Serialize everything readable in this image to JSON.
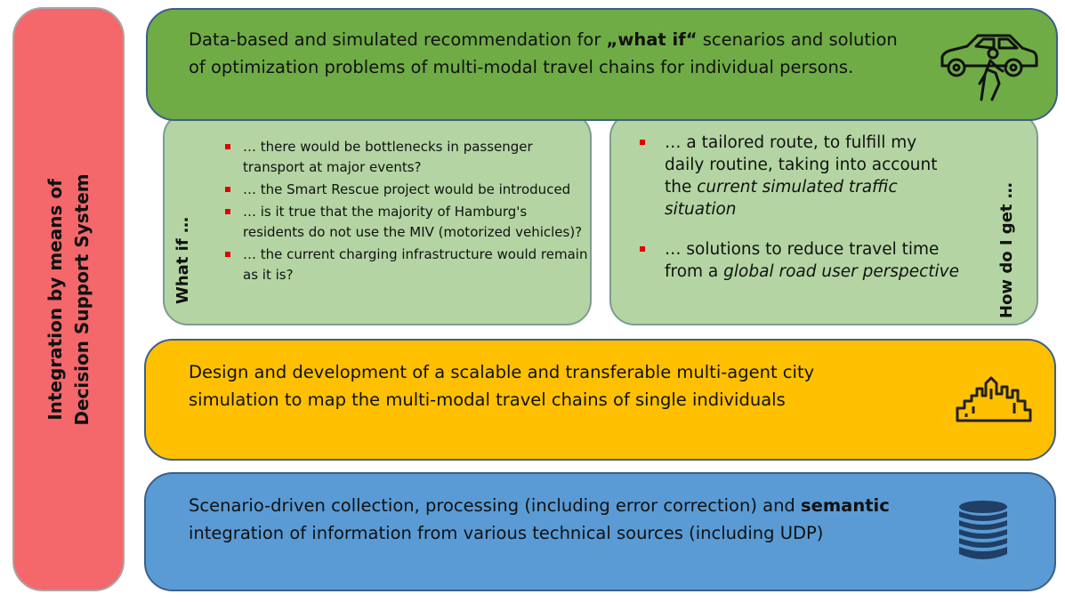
{
  "side": {
    "line1": "Integration by means of",
    "line2": "Decision Support System"
  },
  "top_panel": {
    "text_pre": "Data-based and simulated recommendation for ",
    "text_bold": "„what if“",
    "text_post": " scenarios and solution of optimization problems of multi-modal travel chains for individual persons.",
    "icon": "car-and-pedestrian-icon"
  },
  "what_if": {
    "label": "What if …",
    "items": [
      "… there would be bottlenecks in passenger transport at major events?",
      "… the Smart Rescue project would be introduced",
      "… is it true that the majority of Hamburg's residents do not use the MIV (motorized vehicles)?",
      "… the current charging infrastructure would remain as it is?"
    ]
  },
  "how_get": {
    "label": "How do I get …",
    "item1_pre": "… a tailored route, to fulfill my daily routine, taking into account the ",
    "item1_italic": "current simulated traffic situation",
    "item2_pre": "… solutions to reduce travel time from a ",
    "item2_italic": "global road user perspective"
  },
  "simulation_panel": {
    "text": "Design and development of a scalable and transferable multi-agent city simulation to map the multi-modal travel chains of single individuals",
    "icon": "city-skyline-icon"
  },
  "data_panel": {
    "text_pre": "Scenario-driven collection, processing (including error correction) and ",
    "text_bold": "semantic",
    "text_post": " integration of information from various technical sources (including UDP)",
    "icon": "database-icon"
  },
  "colors": {
    "side": "#f4676a",
    "top": "#6fac46",
    "cards": "#b4d5a3",
    "yellow": "#fec000",
    "blue": "#5a9bd5",
    "bullet": "#e00000"
  }
}
